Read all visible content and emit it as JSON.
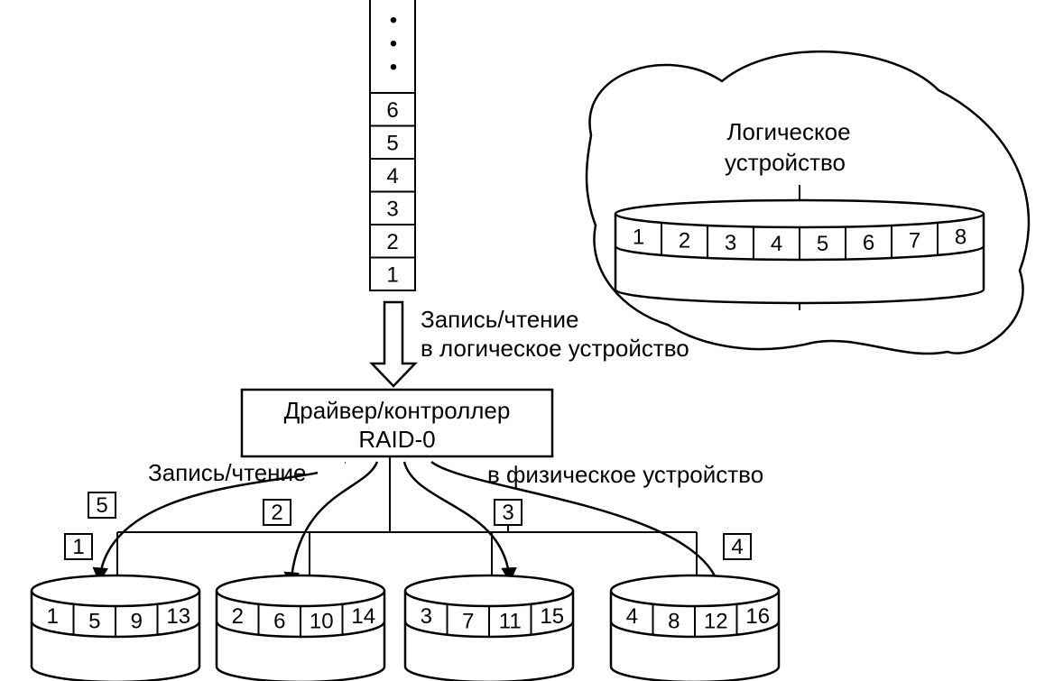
{
  "queue": {
    "dots": "•",
    "blocks": [
      "6",
      "5",
      "4",
      "3",
      "2",
      "1"
    ]
  },
  "logical_device": {
    "label_line1": "Логическое",
    "label_line2": "устройство",
    "cells": [
      "1",
      "2",
      "3",
      "4",
      "5",
      "6",
      "7",
      "8"
    ]
  },
  "io_label": {
    "line1": "Запись/чтение",
    "line2": "в логическое устройство"
  },
  "controller": {
    "line1": "Драйвер/контроллер",
    "line2": "RAID-0"
  },
  "physical_label": {
    "left": "Запись/чтение",
    "right": "в физическое устройство"
  },
  "order_badges": [
    "1",
    "2",
    "3",
    "4",
    "5"
  ],
  "disks": [
    {
      "cells": [
        "1",
        "5",
        "9",
        "13"
      ]
    },
    {
      "cells": [
        "2",
        "6",
        "10",
        "14"
      ]
    },
    {
      "cells": [
        "3",
        "7",
        "11",
        "15"
      ]
    },
    {
      "cells": [
        "4",
        "8",
        "12",
        "16"
      ]
    }
  ]
}
